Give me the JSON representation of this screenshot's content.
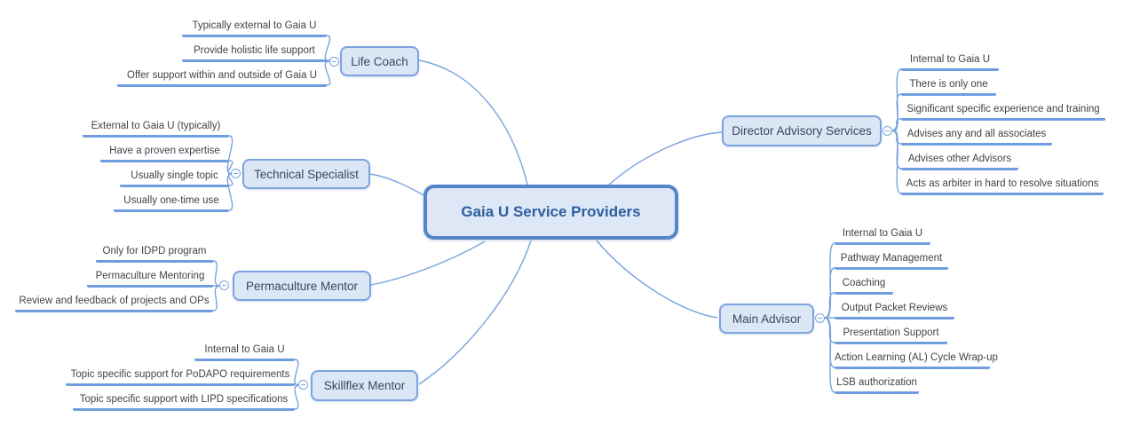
{
  "central": {
    "label": "Gaia U Service Providers"
  },
  "branches": [
    {
      "id": "life-coach",
      "label": "Life Coach",
      "side": "left",
      "children": [
        "Typically external to Gaia U",
        "Provide holistic life support",
        "Offer support within and outside of Gaia U"
      ]
    },
    {
      "id": "technical-specialist",
      "label": "Technical Specialist",
      "side": "left",
      "children": [
        "External to Gaia U (typically)",
        "Have a proven expertise",
        "Usually single topic",
        "Usually one-time use"
      ]
    },
    {
      "id": "permaculture-mentor",
      "label": "Permaculture Mentor",
      "side": "left",
      "children": [
        "Only for IDPD program",
        "Permaculture Mentoring",
        "Review and feedback of projects and OPs"
      ]
    },
    {
      "id": "skillflex-mentor",
      "label": "Skillflex Mentor",
      "side": "left",
      "children": [
        "Internal to Gaia U",
        "Topic specific support for PoDAPO requirements",
        "Topic specific support with LIPD specifications"
      ]
    },
    {
      "id": "director-advisory-services",
      "label": "Director Advisory Services",
      "side": "right",
      "children": [
        "Internal to Gaia U",
        "There is only one",
        "Significant specific experience and training",
        "Advises any and all associates",
        "Advises other Advisors",
        "Acts as arbiter in hard to resolve situations"
      ]
    },
    {
      "id": "main-advisor",
      "label": "Main Advisor",
      "side": "right",
      "children": [
        "Internal to Gaia U",
        "Pathway Management",
        "Coaching",
        "Output Packet Reviews",
        "Presentation Support",
        "Action Learning (AL) Cycle Wrap-up",
        "LSB authorization"
      ]
    }
  ],
  "colors": {
    "node_fill": "#dce7f6",
    "node_border": "#7ba3de",
    "central_border": "#5586c9",
    "central_text": "#2e5f9e",
    "node_text": "#36495e",
    "leaf_text": "#3f4347",
    "branch_line": "#7aa3dc",
    "leaf_underline": "#6f9ee0"
  },
  "icons": {
    "collapse_toggle": "minus-in-circle"
  }
}
